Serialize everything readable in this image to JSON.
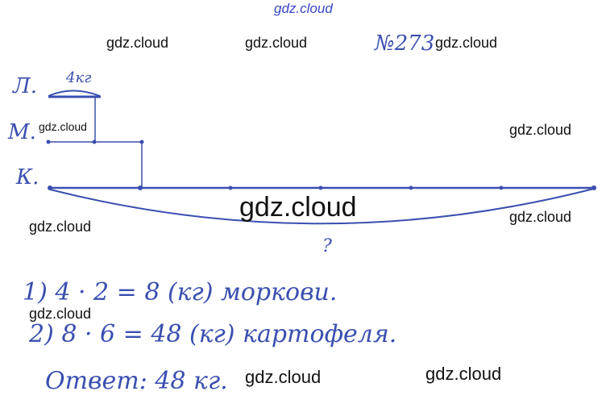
{
  "problem_number": "№273",
  "labels": {
    "l": "Л.",
    "m": "М.",
    "k": "К."
  },
  "segment_label": "4кг",
  "question_mark": "?",
  "solution": {
    "step1": "1) 4 · 2 = 8 (кг) моркови.",
    "step2": "2) 8 · 6 = 48 (кг) картофеля.",
    "answer": "Ответ: 48 кг."
  },
  "watermark": "gdz.cloud",
  "ink_color": "#3a4fb0"
}
